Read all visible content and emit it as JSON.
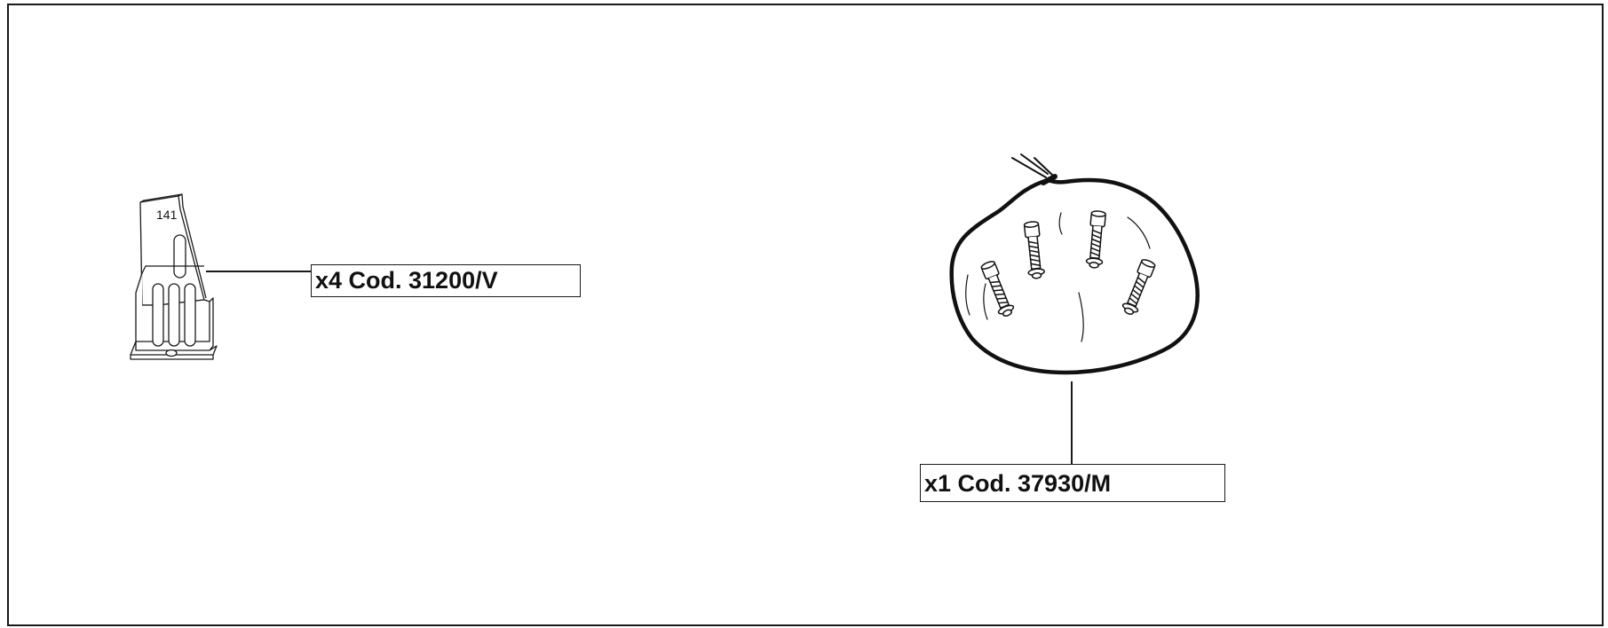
{
  "parts": [
    {
      "part_label": "x4 Cod. 31200/V",
      "engraving": "141",
      "icon": "mounting-bracket-icon"
    },
    {
      "part_label": "x1 Cod. 37930/M",
      "icon": "screw-bag-icon"
    }
  ],
  "colors": {
    "line": "#1a1a1a",
    "background": "#ffffff"
  }
}
